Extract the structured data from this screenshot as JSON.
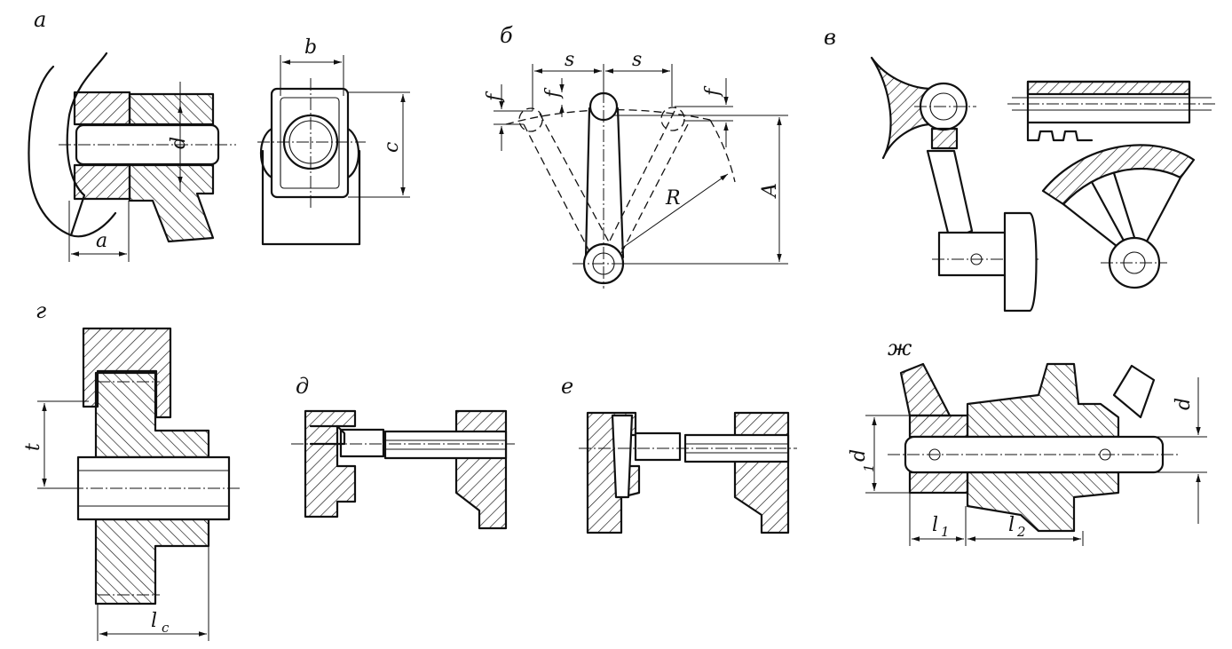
{
  "panels": {
    "a": {
      "label": "а",
      "dims": {
        "a": "a",
        "b": "b",
        "c": "c",
        "d": "d"
      }
    },
    "b": {
      "label": "б",
      "dims": {
        "s1": "s",
        "s2": "s",
        "f1": "f",
        "f2": "f",
        "f3": "f",
        "R": "R",
        "A": "A"
      }
    },
    "v": {
      "label": "в"
    },
    "g": {
      "label": "г",
      "dims": {
        "t": "t",
        "lc_main": "l",
        "lc_sub": "c"
      }
    },
    "d": {
      "label": "д"
    },
    "e": {
      "label": "е"
    },
    "zh": {
      "label": "ж",
      "dims": {
        "d": "d",
        "d1_main": "d",
        "d1_sub": "1",
        "l1_main": "l",
        "l1_sub": "1",
        "l2_main": "l",
        "l2_sub": "2"
      }
    }
  }
}
